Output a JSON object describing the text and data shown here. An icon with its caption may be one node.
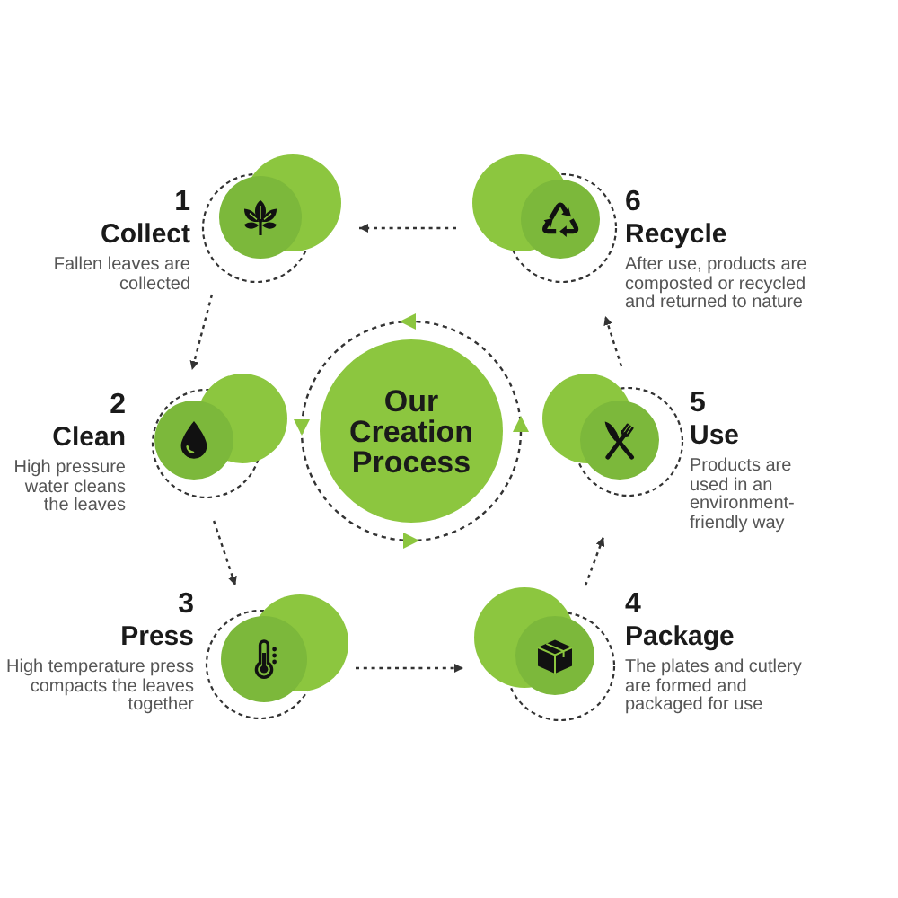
{
  "diagram": {
    "nodes": [
      {
        "text": [
          "Our Creation Process"
        ]
      },
      {
        "text": [
          "1",
          "Collect",
          "Fallen leaves are collected"
        ]
      },
      {
        "text": [
          "2",
          "Clean",
          "High pressure water cleans the leaves"
        ]
      },
      {
        "text": [
          "3",
          "Press",
          "High temperature press compacts the leaves together"
        ]
      },
      {
        "text": [
          "4",
          "Package",
          "The plates and cutlery are formed and packaged for use"
        ]
      },
      {
        "text": [
          "5",
          "Use",
          "Products are used in an environment-friendly way"
        ]
      },
      {
        "text": [
          "6",
          "Recycle",
          "After use, products are composted or recycled and returned to nature"
        ]
      }
    ],
    "edges": [
      {
        "from": 1,
        "to": 2,
        "arrow": "to",
        "style": "dashed"
      },
      {
        "from": 2,
        "to": 3,
        "arrow": "to",
        "style": "dashed"
      },
      {
        "from": 3,
        "to": 4,
        "arrow": "to",
        "style": "dashed"
      },
      {
        "from": 4,
        "to": 5,
        "arrow": "to",
        "style": "dashed"
      },
      {
        "from": 5,
        "to": 6,
        "arrow": "to",
        "style": "dashed"
      },
      {
        "from": 6,
        "to": 1,
        "arrow": "to",
        "style": "dashed"
      }
    ]
  }
}
